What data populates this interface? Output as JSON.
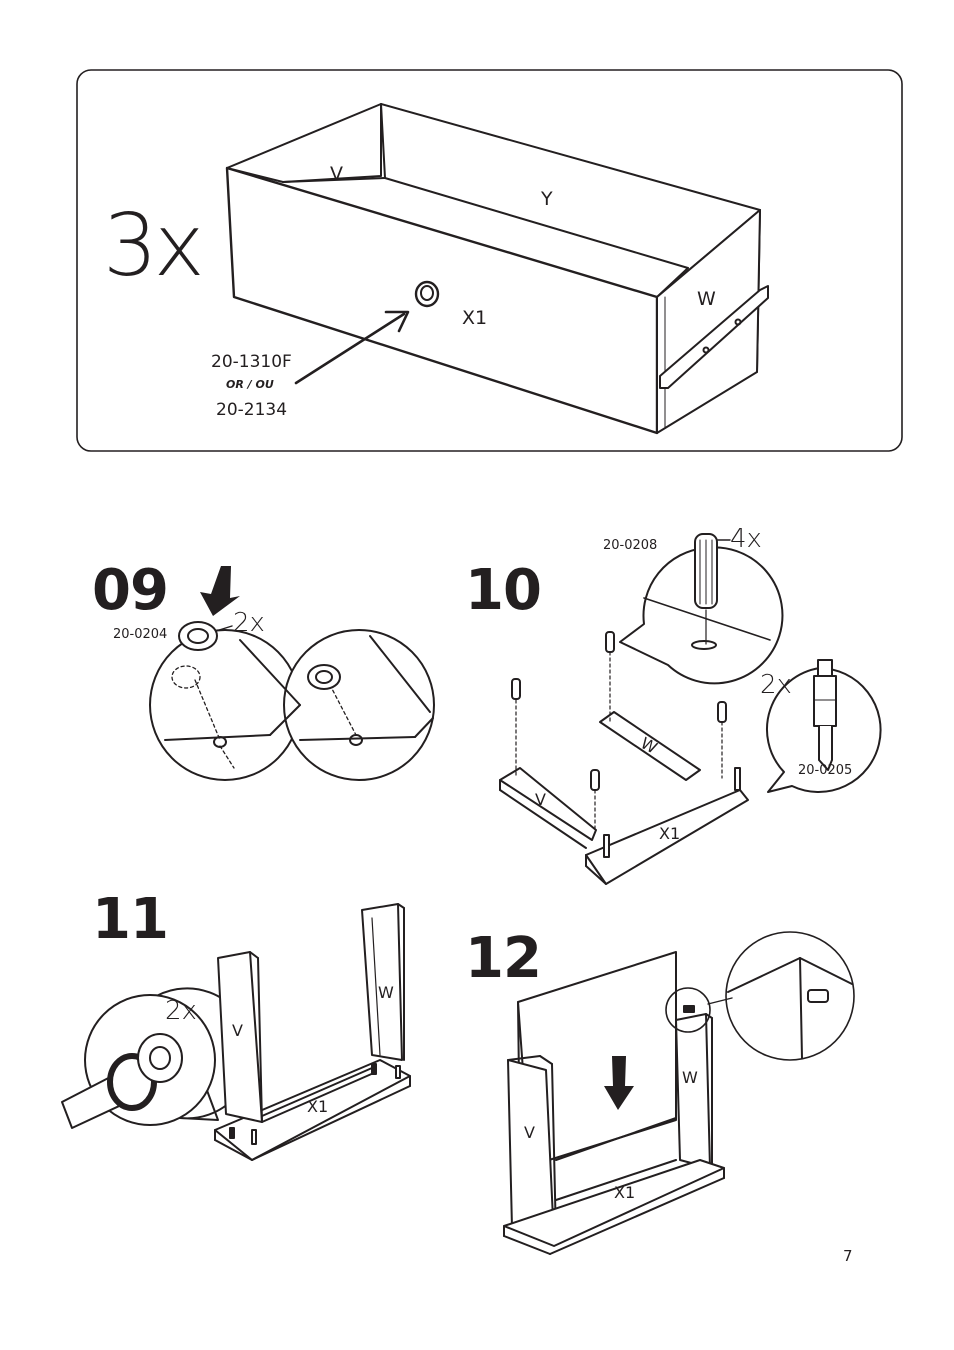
{
  "top_panel": {
    "quantity": "3x",
    "parts": {
      "v": "V",
      "y": "Y",
      "w": "W",
      "x1": "X1"
    },
    "knob_code_a": "20-1310F",
    "or_text": "OR / OU",
    "knob_code_b": "20-2134"
  },
  "step09": {
    "number": "09",
    "part_code": "20-0204",
    "quantity": "2x"
  },
  "step10": {
    "number": "10",
    "dowel_code": "20-0208",
    "dowel_qty": "4x",
    "cam_qty": "2x",
    "cam_code": "20-0205",
    "parts": {
      "w": "W",
      "v": "V",
      "x1": "X1"
    }
  },
  "step11": {
    "number": "11",
    "quantity": "2x",
    "parts": {
      "v": "V",
      "w": "W",
      "x1": "X1"
    }
  },
  "step12": {
    "number": "12",
    "parts": {
      "w": "W",
      "v": "V",
      "x1": "X1"
    }
  },
  "page_number": "7"
}
